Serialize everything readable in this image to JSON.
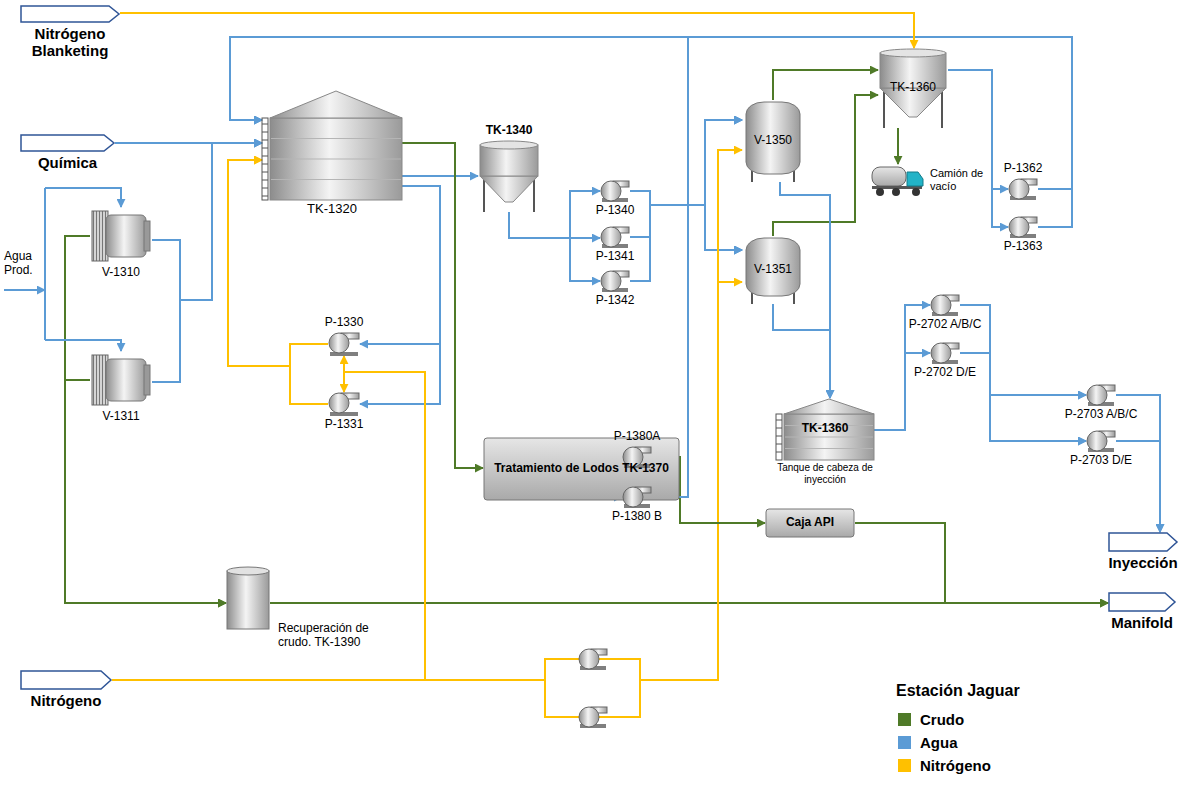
{
  "diagram": {
    "nodes": [
      {
        "text": [
          "Nitrógeno Blanketing"
        ]
      },
      {
        "text": [
          "Química"
        ]
      },
      {
        "text": [
          "V-1310"
        ]
      },
      {
        "text": [
          "V-1311"
        ]
      },
      {
        "text": [
          "TK-1320"
        ]
      },
      {
        "text": [
          "TK-1340"
        ]
      },
      {
        "text": [
          "P-1330"
        ]
      },
      {
        "text": [
          "P-1331"
        ]
      },
      {
        "text": [
          "P-1340"
        ]
      },
      {
        "text": [
          "P-1341"
        ]
      },
      {
        "text": [
          "P-1342"
        ]
      },
      {
        "text": [
          "V-1350"
        ]
      },
      {
        "text": [
          "V-1351"
        ]
      },
      {
        "text": [
          "TK-1360"
        ]
      },
      {
        "text": [
          "Camión de vacío"
        ]
      },
      {
        "text": [
          "P-1362"
        ]
      },
      {
        "text": [
          "P-1363"
        ]
      },
      {
        "text": [
          "Tratamiento de Lodos TK-1370"
        ]
      },
      {
        "text": [
          "P-1380A"
        ]
      },
      {
        "text": [
          "P-1380 B"
        ]
      },
      {
        "text": [
          "TK-1360",
          "Tanque de cabeza de inyección"
        ]
      },
      {
        "text": [
          "Caja API"
        ]
      },
      {
        "text": [
          "P-2702 A/B/C"
        ]
      },
      {
        "text": [
          "P-2702 D/E"
        ]
      },
      {
        "text": [
          "P-2703 A/B/C"
        ]
      },
      {
        "text": [
          "P-2703 D/E"
        ]
      },
      {
        "text": [
          "Inyección"
        ]
      },
      {
        "text": [
          "Manifold"
        ]
      },
      {
        "text": [
          "Recuperación de crudo. TK-1390"
        ]
      },
      {
        "text": [
          "Nitrógeno"
        ]
      }
    ],
    "edges": [
      {
        "from": 1,
        "to": 4,
        "arrow": "to"
      },
      {
        "from": 2,
        "to": 4,
        "arrow": "to"
      },
      {
        "from": 3,
        "to": 4,
        "arrow": "to"
      },
      {
        "from": 2,
        "to": 28,
        "arrow": "to"
      },
      {
        "from": 3,
        "to": 28,
        "arrow": "to"
      },
      {
        "from": 28,
        "to": 27,
        "arrow": "to"
      },
      {
        "from": 4,
        "to": 5,
        "arrow": "to"
      },
      {
        "from": 4,
        "to": 17,
        "arrow": "to"
      },
      {
        "from": 4,
        "to": 6,
        "arrow": "to"
      },
      {
        "from": 4,
        "to": 7,
        "arrow": "to"
      },
      {
        "from": 6,
        "to": 4,
        "arrow": "to"
      },
      {
        "from": 7,
        "to": 4,
        "arrow": "to"
      },
      {
        "from": 29,
        "to": 6,
        "arrow": "to"
      },
      {
        "from": 29,
        "to": 7,
        "arrow": "to"
      },
      {
        "from": 5,
        "to": 8,
        "arrow": "to"
      },
      {
        "from": 5,
        "to": 9,
        "arrow": "to"
      },
      {
        "from": 5,
        "to": 10,
        "arrow": "to"
      },
      {
        "from": 8,
        "to": 11,
        "arrow": "to"
      },
      {
        "from": 9,
        "to": 11,
        "arrow": "to"
      },
      {
        "from": 10,
        "to": 11,
        "arrow": "to"
      },
      {
        "from": 8,
        "to": 12,
        "arrow": "to"
      },
      {
        "from": 9,
        "to": 12,
        "arrow": "to"
      },
      {
        "from": 10,
        "to": 12,
        "arrow": "to"
      },
      {
        "from": 29,
        "to": 11,
        "arrow": "to"
      },
      {
        "from": 29,
        "to": 12,
        "arrow": "to"
      },
      {
        "from": 17,
        "to": 18,
        "arrow": "to"
      },
      {
        "from": 17,
        "to": 19,
        "arrow": "to"
      },
      {
        "from": 18,
        "to": 21,
        "arrow": "to"
      },
      {
        "from": 19,
        "to": 4,
        "arrow": "to"
      },
      {
        "from": 15,
        "to": 4,
        "arrow": "to"
      },
      {
        "from": 16,
        "to": 4,
        "arrow": "to"
      },
      {
        "from": 0,
        "to": 13,
        "arrow": "to"
      },
      {
        "from": 11,
        "to": 13,
        "arrow": "to"
      },
      {
        "from": 12,
        "to": 13,
        "arrow": "to"
      },
      {
        "from": 13,
        "to": 14,
        "arrow": "to"
      },
      {
        "from": 13,
        "to": 15,
        "arrow": "to"
      },
      {
        "from": 13,
        "to": 16,
        "arrow": "to"
      },
      {
        "from": 11,
        "to": 20,
        "arrow": "to"
      },
      {
        "from": 12,
        "to": 20,
        "arrow": "to"
      },
      {
        "from": 20,
        "to": 22,
        "arrow": "to"
      },
      {
        "from": 20,
        "to": 23,
        "arrow": "to"
      },
      {
        "from": 22,
        "to": 24,
        "arrow": "to"
      },
      {
        "from": 22,
        "to": 25,
        "arrow": "to"
      },
      {
        "from": 23,
        "to": 24,
        "arrow": "to"
      },
      {
        "from": 23,
        "to": 25,
        "arrow": "to"
      },
      {
        "from": 24,
        "to": 26,
        "arrow": "to"
      },
      {
        "from": 25,
        "to": 26,
        "arrow": "to"
      },
      {
        "from": 21,
        "to": 27,
        "arrow": "to"
      }
    ],
    "labels": [
      "Agua Prod.",
      "Estación Jaguar"
    ],
    "legend": [
      {
        "text": "Crudo",
        "color": "#4f7a28"
      },
      {
        "text": "Agua",
        "color": "#5b9bd5"
      },
      {
        "text": "Nitrógeno",
        "color": "#ffc000"
      }
    ]
  }
}
